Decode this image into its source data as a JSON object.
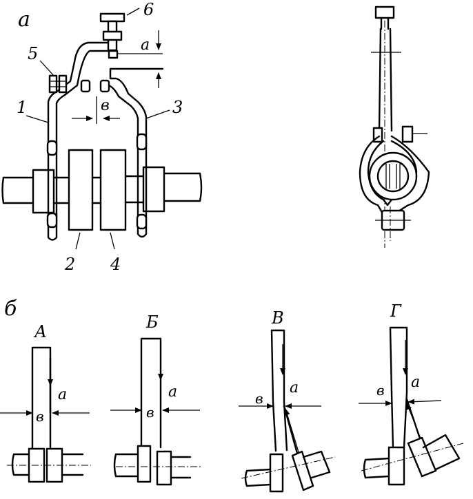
{
  "panel_a": {
    "label": "а",
    "callouts": [
      "1",
      "2",
      "3",
      "4",
      "5",
      "6"
    ],
    "dim_a": "a",
    "dim_b": "в"
  },
  "panel_b": {
    "label": "б",
    "cases": [
      {
        "title": "А",
        "a": "a",
        "b": "в"
      },
      {
        "title": "Б",
        "a": "a",
        "b": "в"
      },
      {
        "title": "В",
        "a": "a",
        "b": "в"
      },
      {
        "title": "Г",
        "a": "a",
        "b": "в"
      }
    ]
  }
}
